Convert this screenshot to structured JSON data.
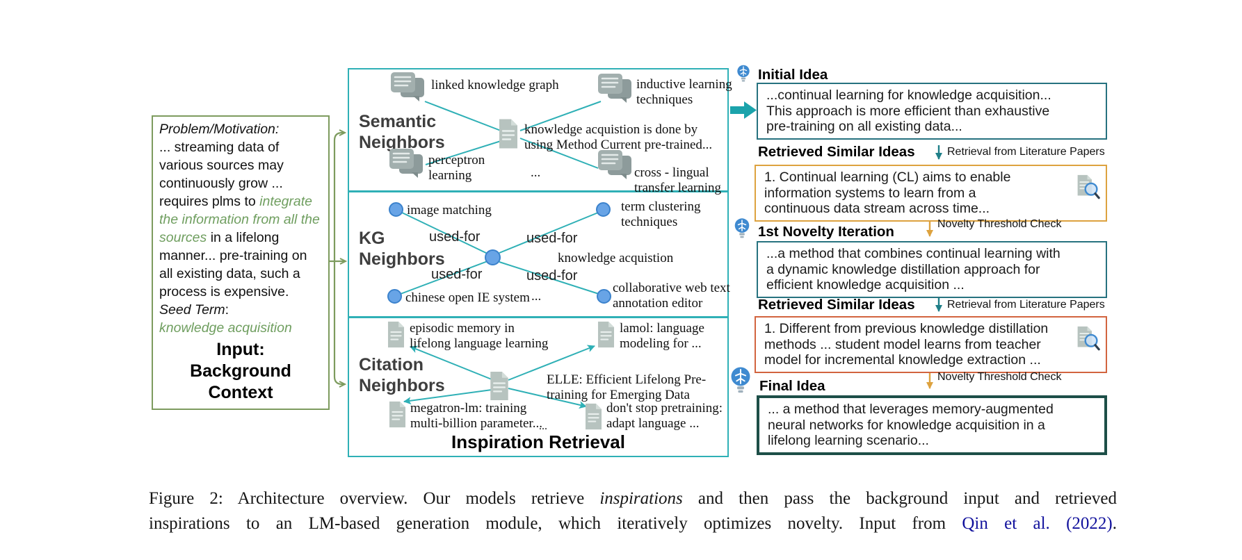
{
  "colors": {
    "green": "#7d9b5e",
    "green_text": "#6f9e5f",
    "teal": "#2fb0b6",
    "idea_box_border": "#26727f",
    "final_box_border": "#1d4f48",
    "dark_teal_arrow": "#1f7f88",
    "big_arrow": "#1ba3ab",
    "orange": "#dda23f",
    "red_orange": "#d2643f",
    "node_blue": "#68a4e6",
    "node_blue_border": "#3b82cc",
    "citation_link": "#10109c"
  },
  "input_box": {
    "heading": "Problem/Motivation:",
    "p1": "... streaming data of various sources may continuously grow ... requires plms to ",
    "green_phrase": "integrate the information from all the sources",
    "p2": " in a lifelong manner... pre-training on all existing data, such a process is expensive.",
    "seed_label": "Seed Term",
    "seed_colon": ":",
    "seed_value": "knowledge acquisition",
    "title": "Input:\nBackground\nContext"
  },
  "inspiration": {
    "title": "Inspiration Retrieval",
    "semantic": {
      "label": "Semantic\nNeighbors",
      "tl": "linked knowledge graph",
      "tr": "inductive learning\ntechniques",
      "center": "knowledge acquistion is done by\nusing Method Current pre-trained...",
      "bl": "perceptron\nlearning",
      "dots": "...",
      "br": "cross - lingual\ntransfer learning"
    },
    "kg": {
      "label": "KG\nNeighbors",
      "tl": "image matching",
      "tr": "term clustering\ntechniques",
      "center": "knowledge acquistion",
      "bl": "chinese open IE system",
      "dots": "...",
      "br": "collaborative web text\nannotation editor",
      "edge1": "used-for",
      "edge2": "used-for",
      "edge3": "used-for",
      "edge4": "used-for"
    },
    "citation": {
      "label": "Citation\nNeighbors",
      "tl": "episodic memory in\nlifelong language learning",
      "tr": "lamol: language\nmodeling for ...",
      "center": "ELLE: Efficient Lifelong Pre-\ntraining for Emerging Data",
      "bl": "megatron-lm: training\nmulti-billion parameter...",
      "dots": "...",
      "br": "don't stop pretraining:\nadapt language ..."
    }
  },
  "flow": {
    "initial": {
      "heading": "Initial Idea",
      "text": "...continual learning for knowledge acquisition...\nThis approach is more efficient than exhaustive\npre-training on all existing data..."
    },
    "retrieved1": {
      "heading": "Retrieved Similar Ideas",
      "side_label": "Retrieval from Literature Papers",
      "text": "1. Continual learning (CL) aims to enable\ninformation systems to learn from a\ncontinuous data stream across time..."
    },
    "check1": "Novelty Threshold Check",
    "iter1": {
      "heading": "1st Novelty Iteration",
      "text": "...a method that combines continual learning with\na dynamic knowledge distillation approach for\nefficient knowledge acquisition ..."
    },
    "retrieved2": {
      "heading": "Retrieved Similar Ideas",
      "side_label": "Retrieval from Literature Papers",
      "text": "1. Different from previous knowledge distillation\nmethods ... student model learns from teacher\nmodel for incremental knowledge extraction ..."
    },
    "check2": "Novelty Threshold Check",
    "final": {
      "heading": "Final Idea",
      "text": "... a method that leverages memory-augmented\nneural networks for knowledge acquisition in a\nlifelong learning scenario..."
    }
  },
  "caption": {
    "line1_pre": "Figure 2:  Architecture overview. Our models retrieve ",
    "line1_italic": "inspirations",
    "line1_post": " and then pass the background input and retrieved",
    "line2_pre": "inspirations to an LM-based generation module, which iteratively optimizes novelty. Input from ",
    "cite_authors": "Qin et al.",
    "cite_sep": " ",
    "cite_year": "(2022)",
    "line2_end": "."
  }
}
